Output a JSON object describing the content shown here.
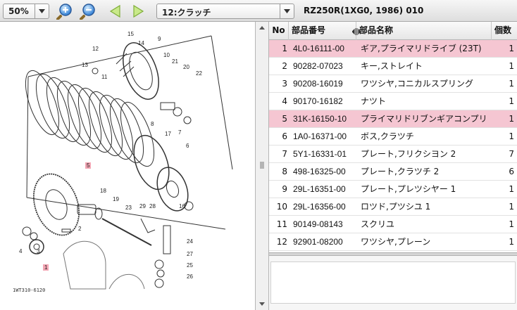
{
  "toolbar": {
    "zoom_value": "50%",
    "section_value": "12:クラッチ",
    "model_title": "RZ250R(1XG0, 1986) 010"
  },
  "diagram": {
    "code": "1WT310-6120",
    "highlight_color": "#f3a6b4",
    "part_numbers": [
      "1",
      "2",
      "3",
      "4",
      "5",
      "6",
      "7",
      "8",
      "9",
      "10",
      "11",
      "12",
      "13",
      "14",
      "15",
      "16",
      "17",
      "18",
      "19",
      "20",
      "21",
      "22",
      "23",
      "24",
      "25",
      "26",
      "27",
      "28",
      "29"
    ]
  },
  "table": {
    "headers": {
      "no": "No",
      "part_no": "部品番号",
      "name": "部品名称",
      "qty": "個数"
    },
    "highlight_color": "#f5c6d2",
    "rows": [
      {
        "no": "1",
        "part_no": "4L0-16111-00",
        "name": "ギア,プライマリドライブ (23T)",
        "qty": "1",
        "highlight": true
      },
      {
        "no": "2",
        "part_no": "90282-07023",
        "name": "キー,ストレイト",
        "qty": "1",
        "highlight": false
      },
      {
        "no": "3",
        "part_no": "90208-16019",
        "name": "ワツシヤ,コニカルスプリング",
        "qty": "1",
        "highlight": false
      },
      {
        "no": "4",
        "part_no": "90170-16182",
        "name": "ナツト",
        "qty": "1",
        "highlight": false
      },
      {
        "no": "5",
        "part_no": "31K-16150-10",
        "name": "プライマリドリブンギアコンプリ",
        "qty": "1",
        "highlight": true
      },
      {
        "no": "6",
        "part_no": "1A0-16371-00",
        "name": "ボス,クラツチ",
        "qty": "1",
        "highlight": false
      },
      {
        "no": "7",
        "part_no": "5Y1-16331-01",
        "name": "プレート,フリクシヨン 2",
        "qty": "7",
        "highlight": false
      },
      {
        "no": "8",
        "part_no": "498-16325-00",
        "name": "プレート,クラツチ 2",
        "qty": "6",
        "highlight": false
      },
      {
        "no": "9",
        "part_no": "29L-16351-00",
        "name": "プレート,プレツシヤー 1",
        "qty": "1",
        "highlight": false
      },
      {
        "no": "10",
        "part_no": "29L-16356-00",
        "name": "ロツド,プツシユ 1",
        "qty": "1",
        "highlight": false
      },
      {
        "no": "11",
        "part_no": "90149-08143",
        "name": "スクリユ",
        "qty": "1",
        "highlight": false
      },
      {
        "no": "12",
        "part_no": "92901-08200",
        "name": "ワツシヤ,プレーン",
        "qty": "1",
        "highlight": false
      }
    ]
  }
}
